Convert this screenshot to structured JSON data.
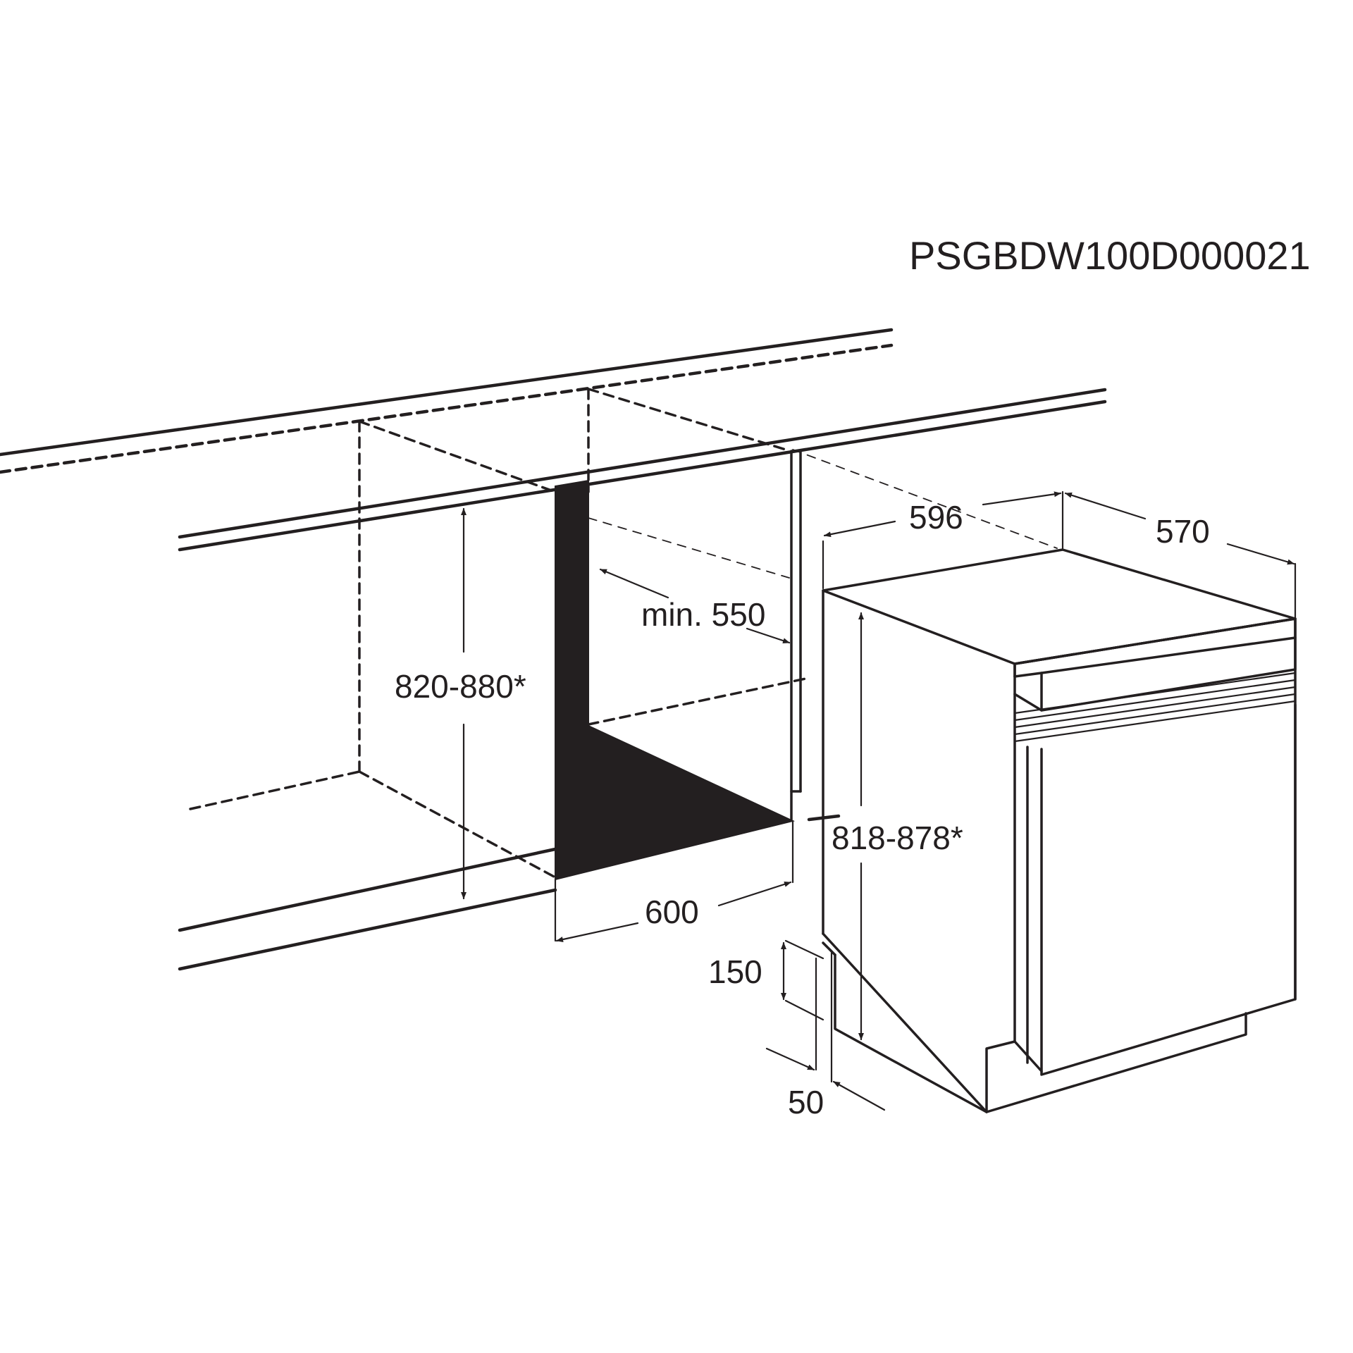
{
  "drawing_code": "PSGBDW100D000021",
  "dimensions": {
    "appliance_width": "596",
    "appliance_depth": "570",
    "niche_min_depth": "min. 550",
    "niche_height": "820-880*",
    "appliance_height": "818-878*",
    "niche_width": "600",
    "plinth_height": "150",
    "plinth_depth": "50"
  },
  "colors": {
    "line": "#231f20",
    "background": "#ffffff"
  }
}
